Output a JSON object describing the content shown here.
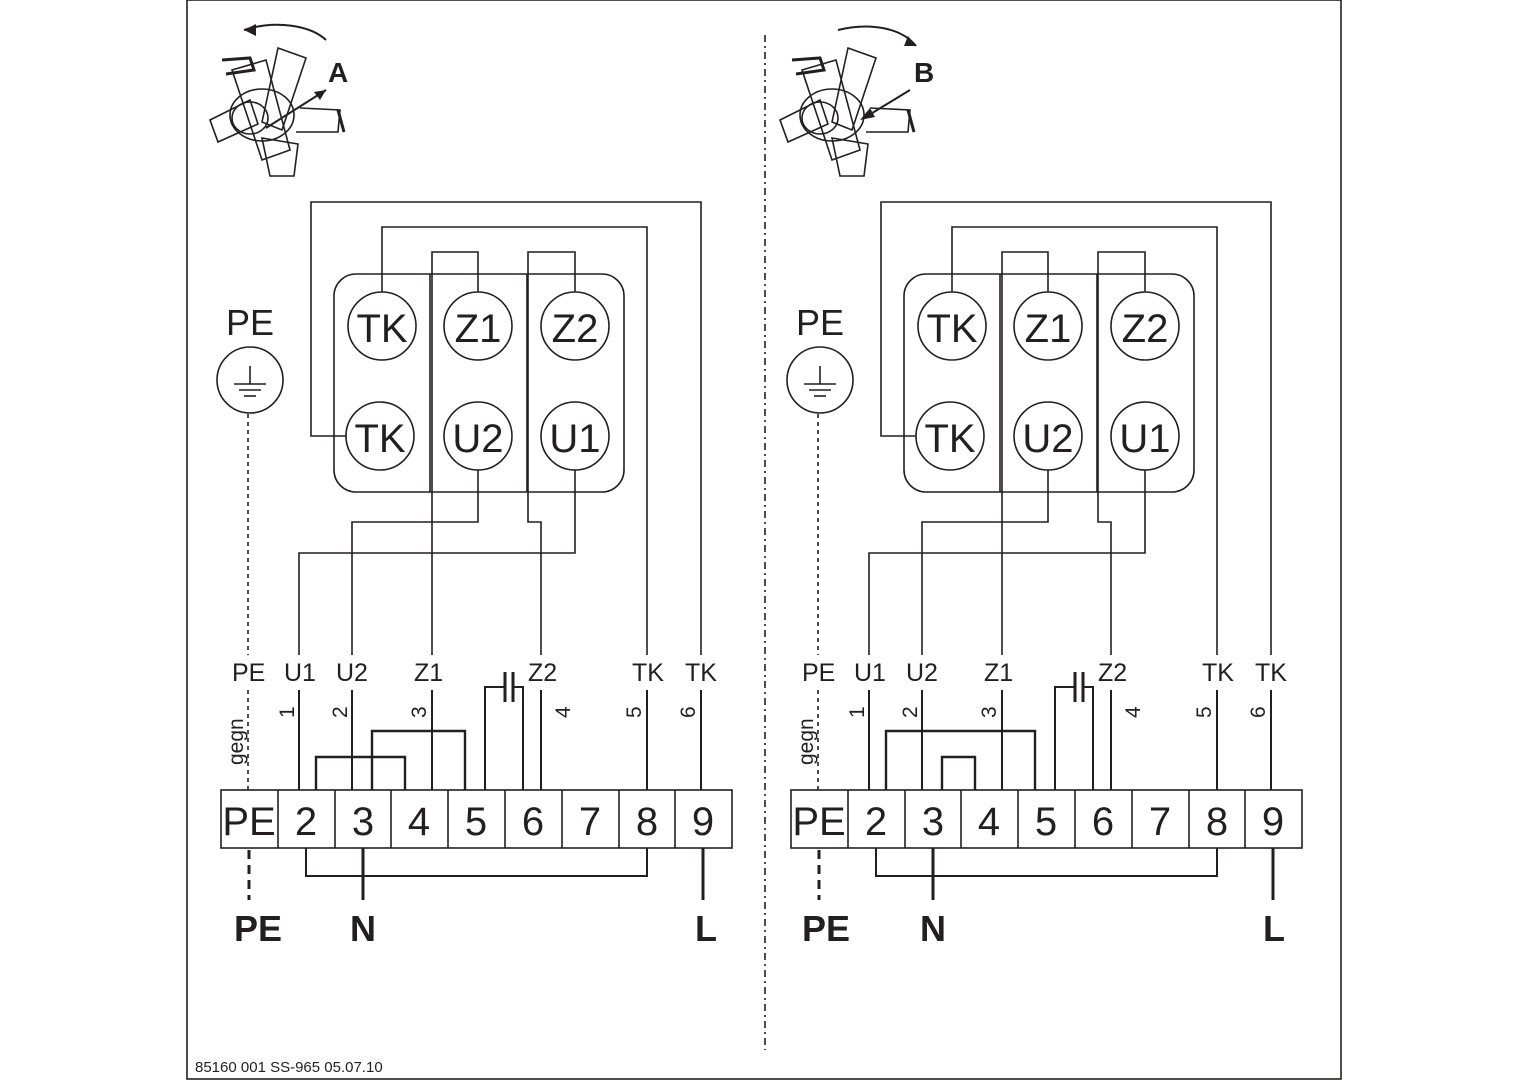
{
  "footer": {
    "code": "85160 001   SS-965   05.07.10"
  },
  "panels": [
    {
      "direction_label": "A",
      "pe_label": "PE",
      "motor_terminals": [
        "TK",
        "Z1",
        "Z2",
        "TK",
        "U2",
        "U1"
      ],
      "wire_labels": [
        "PE",
        "U1",
        "U2",
        "Z1",
        "Z2",
        "TK",
        "TK"
      ],
      "wire_numbers": [
        "gegn",
        "1",
        "2",
        "3",
        "4",
        "5",
        "6"
      ],
      "terminal_block": [
        "PE",
        "2",
        "3",
        "4",
        "5",
        "6",
        "7",
        "8",
        "9"
      ],
      "supply": [
        "PE",
        "N",
        "L"
      ]
    },
    {
      "direction_label": "B",
      "pe_label": "PE",
      "motor_terminals": [
        "TK",
        "Z1",
        "Z2",
        "TK",
        "U2",
        "U1"
      ],
      "wire_labels": [
        "PE",
        "U1",
        "U2",
        "Z1",
        "Z2",
        "TK",
        "TK"
      ],
      "wire_numbers": [
        "gegn",
        "1",
        "2",
        "3",
        "4",
        "5",
        "6"
      ],
      "terminal_block": [
        "PE",
        "2",
        "3",
        "4",
        "5",
        "6",
        "7",
        "8",
        "9"
      ],
      "supply": [
        "PE",
        "N",
        "L"
      ]
    }
  ]
}
